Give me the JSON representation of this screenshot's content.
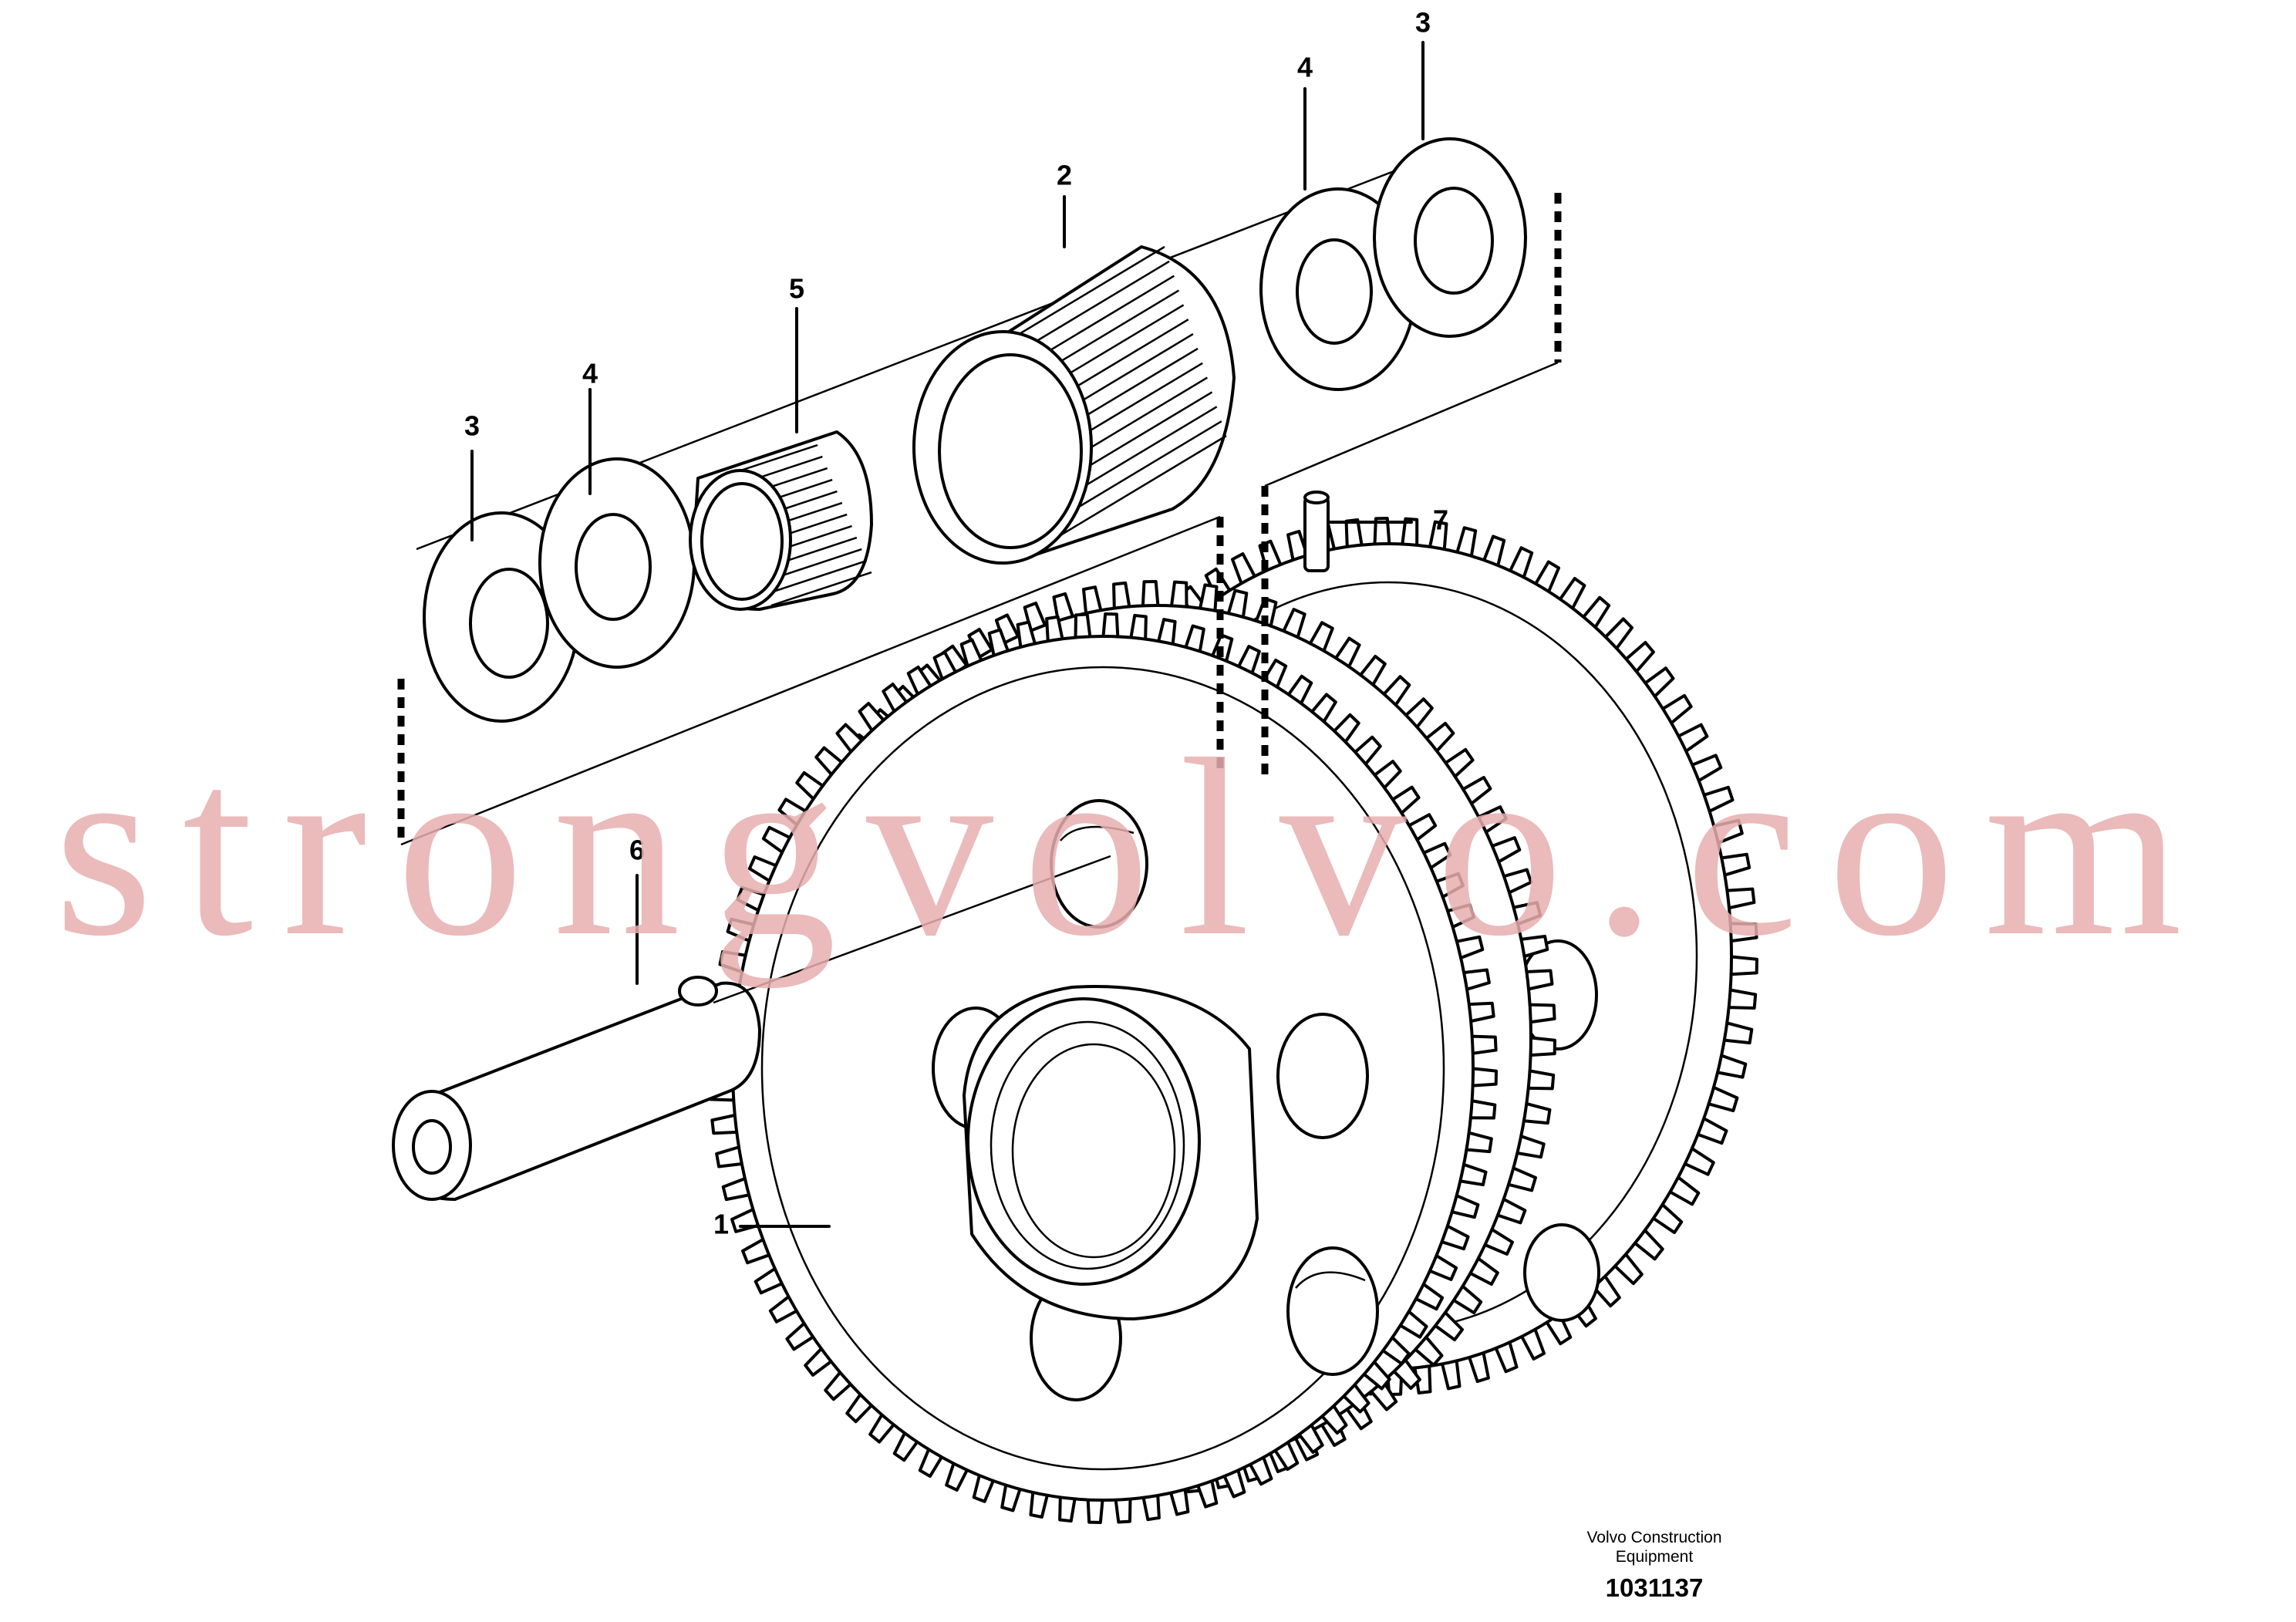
{
  "parts": [
    {
      "id": "callout-1",
      "label": "1",
      "name": "large-idler-gear"
    },
    {
      "id": "callout-2",
      "label": "2",
      "name": "hub-gear"
    },
    {
      "id": "callout-3a",
      "label": "3",
      "name": "thrust-washer-left"
    },
    {
      "id": "callout-3b",
      "label": "3",
      "name": "thrust-washer-right"
    },
    {
      "id": "callout-4a",
      "label": "4",
      "name": "bushing-washer-left"
    },
    {
      "id": "callout-4b",
      "label": "4",
      "name": "bushing-washer-right"
    },
    {
      "id": "callout-5",
      "label": "5",
      "name": "splined-sleeve"
    },
    {
      "id": "callout-6",
      "label": "6",
      "name": "shaft"
    },
    {
      "id": "callout-7",
      "label": "7",
      "name": "pin"
    }
  ],
  "reference": {
    "company_line1": "Volvo Construction",
    "company_line2": "Equipment",
    "number": "1031137"
  },
  "watermark": "strongvolvo.com"
}
